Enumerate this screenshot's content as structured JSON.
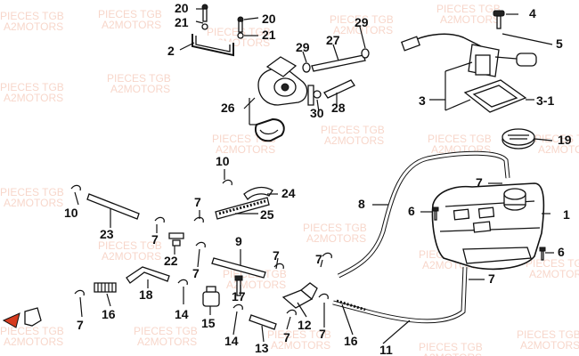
{
  "watermarks": [
    {
      "line1": "PIECES TGB",
      "line2": "A2MOTORS"
    }
  ],
  "callouts": [
    {
      "id": "c20a",
      "text": "20"
    },
    {
      "id": "c21a",
      "text": "21"
    },
    {
      "id": "c20b",
      "text": "20"
    },
    {
      "id": "c21b",
      "text": "21"
    },
    {
      "id": "c2",
      "text": "2"
    },
    {
      "id": "c29a",
      "text": "29"
    },
    {
      "id": "c27",
      "text": "27"
    },
    {
      "id": "c29b",
      "text": "29"
    },
    {
      "id": "c26",
      "text": "26"
    },
    {
      "id": "c30",
      "text": "30"
    },
    {
      "id": "c28",
      "text": "28"
    },
    {
      "id": "c4",
      "text": "4"
    },
    {
      "id": "c5",
      "text": "5"
    },
    {
      "id": "c3",
      "text": "3"
    },
    {
      "id": "c31",
      "text": "3-1"
    },
    {
      "id": "c19",
      "text": "19"
    },
    {
      "id": "c10a",
      "text": "10"
    },
    {
      "id": "c10b",
      "text": "10"
    },
    {
      "id": "c24",
      "text": "24"
    },
    {
      "id": "c25",
      "text": "25"
    },
    {
      "id": "c23",
      "text": "23"
    },
    {
      "id": "c7a",
      "text": "7"
    },
    {
      "id": "c7b",
      "text": "7"
    },
    {
      "id": "c22",
      "text": "22"
    },
    {
      "id": "c9",
      "text": "9"
    },
    {
      "id": "c8",
      "text": "8"
    },
    {
      "id": "c7c",
      "text": "7"
    },
    {
      "id": "c6a",
      "text": "6"
    },
    {
      "id": "c1",
      "text": "1"
    },
    {
      "id": "c6b",
      "text": "6"
    },
    {
      "id": "c7d",
      "text": "7"
    },
    {
      "id": "c18",
      "text": "18"
    },
    {
      "id": "c7e",
      "text": "7"
    },
    {
      "id": "c7f",
      "text": "7"
    },
    {
      "id": "c17",
      "text": "17"
    },
    {
      "id": "c7g",
      "text": "7"
    },
    {
      "id": "c16a",
      "text": "16"
    },
    {
      "id": "c14a",
      "text": "14"
    },
    {
      "id": "c15",
      "text": "15"
    },
    {
      "id": "c12",
      "text": "12"
    },
    {
      "id": "c7h",
      "text": "7"
    },
    {
      "id": "c7i",
      "text": "7"
    },
    {
      "id": "c7j",
      "text": "7"
    },
    {
      "id": "c14b",
      "text": "14"
    },
    {
      "id": "c13",
      "text": "13"
    },
    {
      "id": "c16b",
      "text": "16"
    },
    {
      "id": "c11",
      "text": "11"
    }
  ],
  "colors": {
    "watermark": "#f2b6a0",
    "ink": "#111111",
    "logo": "#d63a1e"
  },
  "icons": {
    "logo": "tgb-logo-icon",
    "corner_part": "bracket-part-icon"
  }
}
